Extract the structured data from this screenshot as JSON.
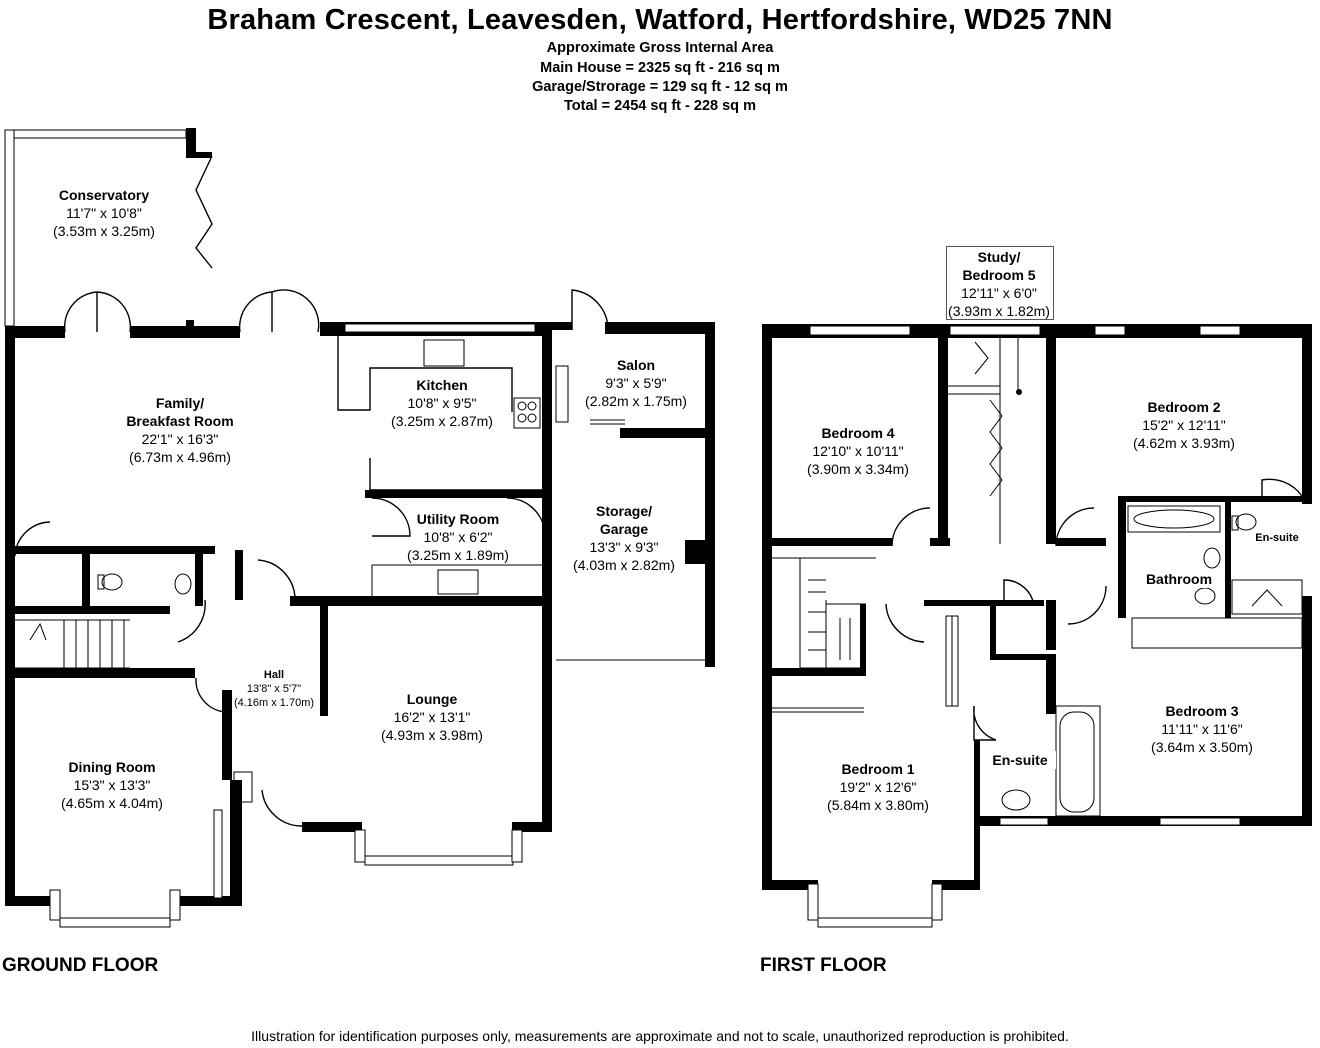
{
  "header": {
    "title": "Braham Crescent, Leavesden, Watford, Hertfordshire, WD25 7NN",
    "area_heading": "Approximate Gross Internal Area",
    "main_house": "Main House = 2325 sq ft - 216 sq m",
    "garage": "Garage/Strorage = 129 sq ft - 12 sq m",
    "total": "Total = 2454 sq ft - 228 sq m"
  },
  "floors": {
    "ground": "GROUND FLOOR",
    "first": "FIRST FLOOR"
  },
  "rooms": {
    "conservatory": {
      "name": "Conservatory",
      "imperial": "11'7\" x 10'8\"",
      "metric": "(3.53m x 3.25m)"
    },
    "family": {
      "name": "Family/",
      "name2": "Breakfast Room",
      "imperial": "22'1\" x 16'3\"",
      "metric": "(6.73m x 4.96m)"
    },
    "kitchen": {
      "name": "Kitchen",
      "imperial": "10'8\" x 9'5\"",
      "metric": "(3.25m x 2.87m)"
    },
    "salon": {
      "name": "Salon",
      "imperial": "9'3\" x 5'9\"",
      "metric": "(2.82m x 1.75m)"
    },
    "utility": {
      "name": "Utility Room",
      "imperial": "10'8\" x 6'2\"",
      "metric": "(3.25m x 1.89m)"
    },
    "storage": {
      "name": "Storage/",
      "name2": "Garage",
      "imperial": "13'3\" x 9'3\"",
      "metric": "(4.03m x 2.82m)"
    },
    "hall": {
      "name": "Hall",
      "imperial": "13'8\" x 5'7\"",
      "metric": "(4.16m x 1.70m)"
    },
    "lounge": {
      "name": "Lounge",
      "imperial": "16'2\" x 13'1\"",
      "metric": "(4.93m x 3.98m)"
    },
    "dining": {
      "name": "Dining Room",
      "imperial": "15'3\" x 13'3\"",
      "metric": "(4.65m x 4.04m)"
    },
    "study": {
      "name": "Study/",
      "name2": "Bedroom 5",
      "imperial": "12'11\" x 6'0\"",
      "metric": "(3.93m x 1.82m)"
    },
    "bedroom4": {
      "name": "Bedroom 4",
      "imperial": "12'10\" x 10'11\"",
      "metric": "(3.90m x 3.34m)"
    },
    "bedroom2": {
      "name": "Bedroom 2",
      "imperial": "15'2\" x 12'11\"",
      "metric": "(4.62m x 3.93m)"
    },
    "ensuite2": {
      "name": "En-suite"
    },
    "bathroom": {
      "name": "Bathroom"
    },
    "bedroom3": {
      "name": "Bedroom 3",
      "imperial": "11'11\" x 11'6\"",
      "metric": "(3.64m x 3.50m)"
    },
    "bedroom1": {
      "name": "Bedroom 1",
      "imperial": "19'2\" x 12'6\"",
      "metric": "(5.84m x 3.80m)"
    },
    "ensuite1": {
      "name": "En-suite"
    }
  },
  "footer": {
    "disclaimer": "Illustration for identification purposes only, measurements are approximate and not to scale, unauthorized reproduction is prohibited."
  }
}
